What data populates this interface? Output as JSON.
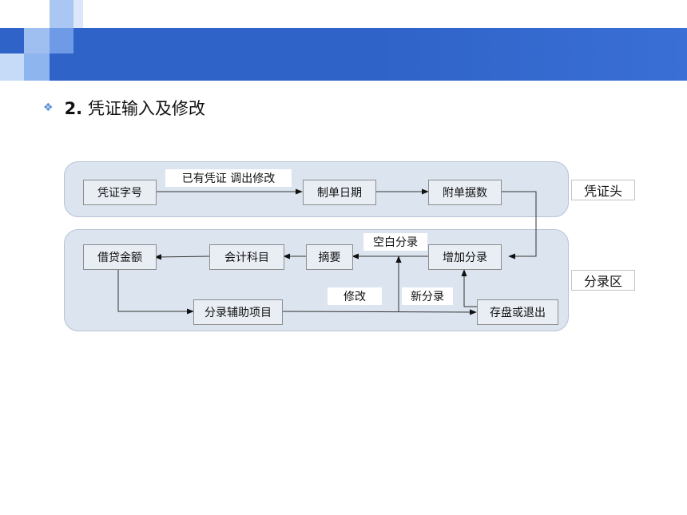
{
  "slide": {
    "bullet_icon": "diamond-bullet-icon",
    "number": "2.",
    "title": "凭证输入及修改"
  },
  "diagram": {
    "header_section_label": "凭证头",
    "entry_section_label": "分录区",
    "nodes": {
      "voucher_no": "凭证字号",
      "date": "制单日期",
      "attachments": "附单据数",
      "debit_credit": "借贷金额",
      "account": "会计科目",
      "summary": "摘要",
      "add_entry": "增加分录",
      "aux_items": "分录辅助项目",
      "save_exit": "存盘或退出"
    },
    "edge_labels": {
      "existing_voucher": "已有凭证  调出修改",
      "blank_entry": "空白分录",
      "modify": "修改",
      "new_entry": "新分录"
    }
  }
}
